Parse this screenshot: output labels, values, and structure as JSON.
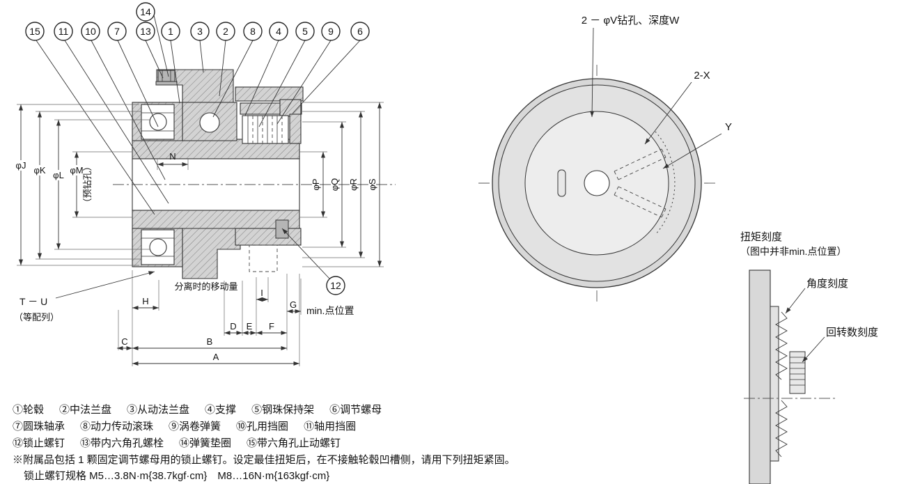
{
  "callouts": {
    "c14": "14",
    "top_row": [
      "15",
      "11",
      "10",
      "7",
      "13",
      "1",
      "3",
      "2",
      "8",
      "4",
      "5",
      "9",
      "6"
    ],
    "c12": "12"
  },
  "dims": {
    "left": [
      "φJ",
      "φK",
      "φL",
      "φM"
    ],
    "predrill": "（预钻孔）",
    "n": "N",
    "right": [
      "φP",
      "φQ",
      "φR",
      "φS"
    ],
    "a": "A",
    "b": "B",
    "c": "C",
    "d": "D",
    "e": "E",
    "f": "F",
    "g": "G",
    "h": "H",
    "i": "I"
  },
  "annotations": {
    "tu": "T － U",
    "tu_sub": "（等配列）",
    "separation": "分离时的移动量",
    "min_point": "min.点位置",
    "front_drill": "2 － φV钻孔、深度W",
    "front_2x": "2-X",
    "front_y": "Y",
    "torque_scale": "扭矩刻度",
    "torque_scale_note": "（图中并非min.点位置）",
    "angle_scale": "角度刻度",
    "turns_scale": "回转数刻度"
  },
  "parts_rows": [
    [
      "①轮毂",
      "②中法兰盘",
      "③从动法兰盘",
      "④支撑",
      "⑤钢珠保持架",
      "⑥调节螺母"
    ],
    [
      "⑦圆珠轴承",
      "⑧动力传动滚珠",
      "⑨涡卷弹簧",
      "⑩孔用挡圈",
      "⑪轴用挡圈"
    ],
    [
      "⑫锁止螺钉",
      "⑬带内六角孔螺栓",
      "⑭弹簧垫圈",
      "⑮带六角孔止动螺钉"
    ]
  ],
  "notes": [
    "※附属品包括 1 颗固定调节螺母用的锁止螺钉。设定最佳扭矩后，在不接触轮毂凹槽侧，请用下列扭矩紧固。",
    "锁止螺钉规格 M5…3.8N·m{38.7kgf·cm}　M8…16N·m{163kgf·cm}"
  ]
}
